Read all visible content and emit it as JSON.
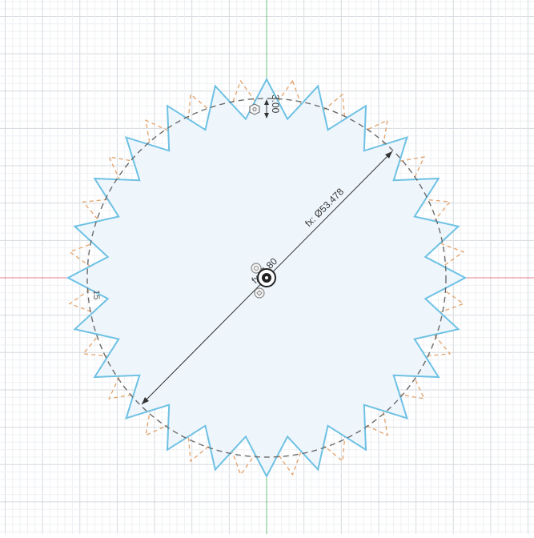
{
  "sketch": {
    "colors": {
      "background": "#ffffff",
      "grid_minor": "#eef0f3",
      "grid_major": "#d5d9de",
      "x_axis": "#e8808a",
      "y_axis": "#6ec27d",
      "profile_fill": "#eef6fc",
      "profile_stroke": "#6ec1e4",
      "construction_stroke": "#e3a26a",
      "circle_stroke": "#6b6b6b",
      "dimension": "#333333"
    },
    "profile": {
      "points_count": 24
    },
    "dimensions": {
      "diameter": "fx: Ø53.478",
      "vertical": "3.00",
      "center_label": "fx: 2.80",
      "angle_label": "15"
    },
    "icons": {
      "top_constraint": "hexagon-constraint-icon",
      "coincident": "coincident-constraint-icon",
      "fix": "fix-constraint-icon"
    }
  }
}
